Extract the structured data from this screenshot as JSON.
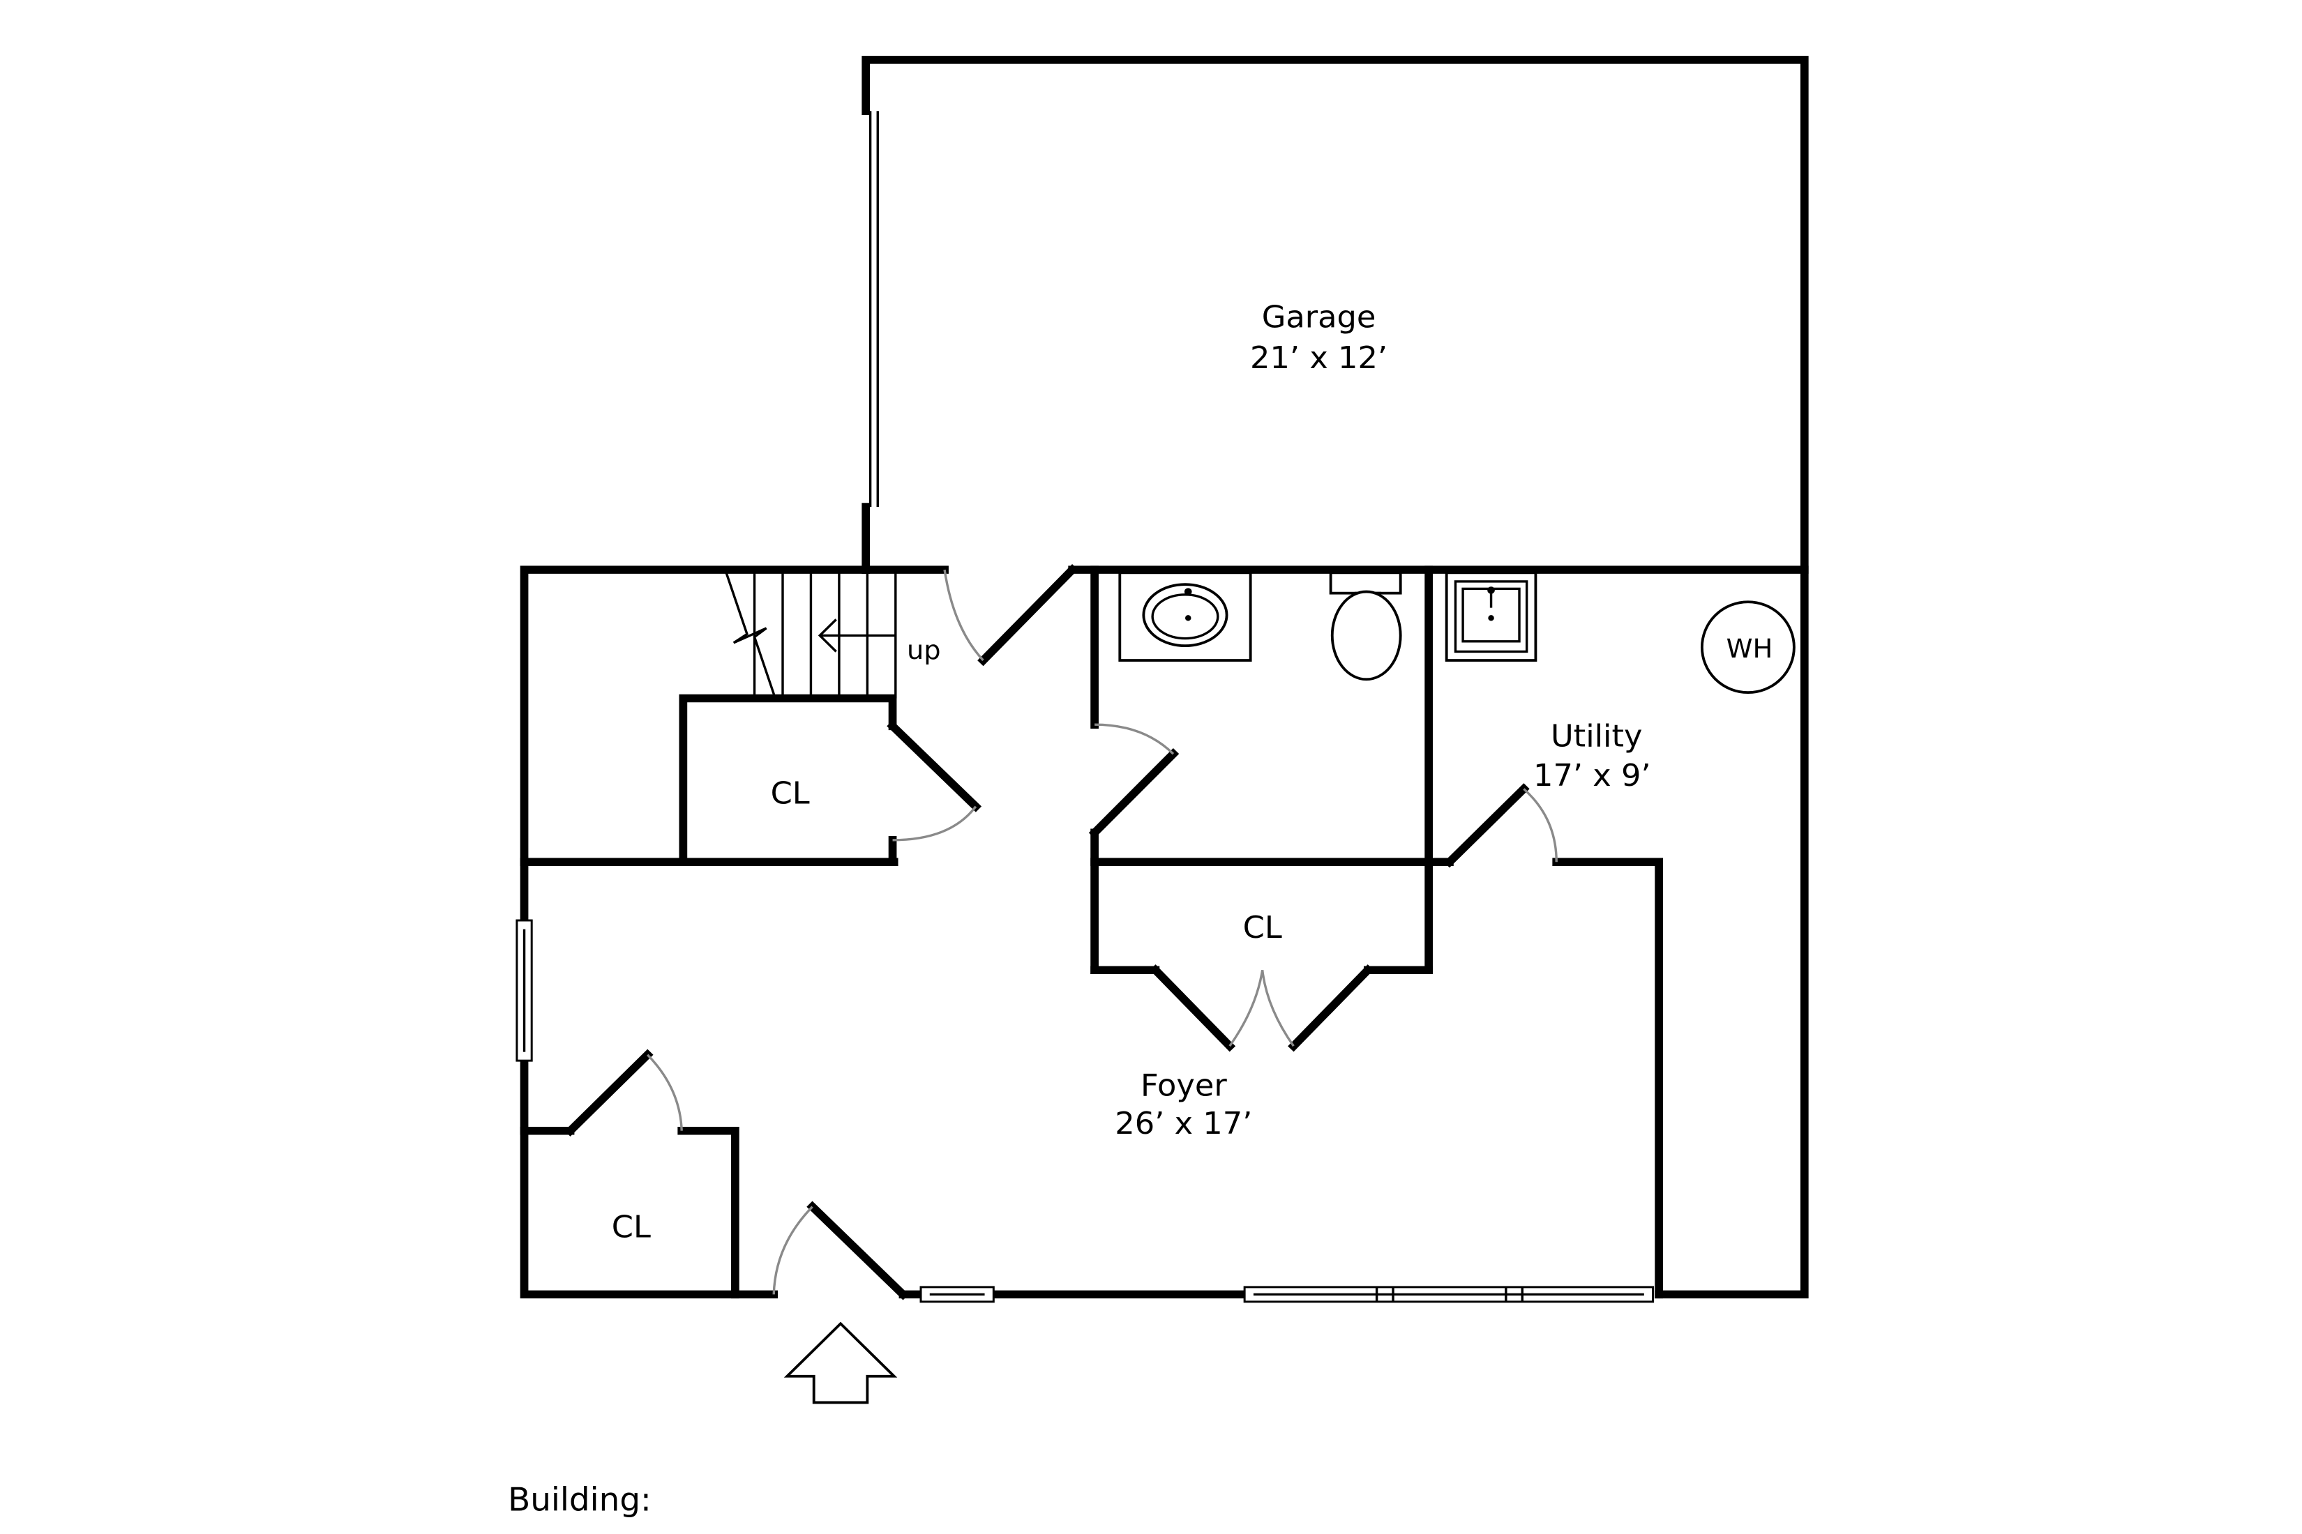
{
  "rooms": {
    "garage": {
      "name": "Garage",
      "dims": "21’ x 12’"
    },
    "utility": {
      "name": "Utility",
      "dims": "17’ x 9’"
    },
    "foyer": {
      "name": "Foyer",
      "dims": "26’ x 17’"
    },
    "closet_stair": {
      "name": "CL"
    },
    "closet_bath": {
      "name": "CL"
    },
    "closet_entry": {
      "name": "CL"
    }
  },
  "fixtures": {
    "water_heater": "WH",
    "stairs_direction": "up"
  },
  "footer": {
    "building_label": "Building:"
  }
}
